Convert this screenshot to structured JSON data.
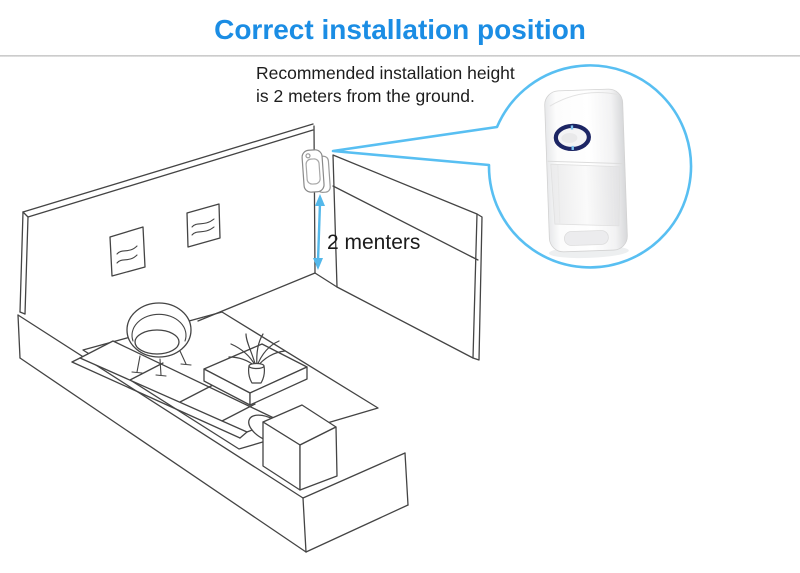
{
  "page": {
    "title": "Correct installation position"
  },
  "instructions": {
    "line1": "Recommended installation height",
    "line2": "is 2 meters from the ground."
  },
  "diagram": {
    "height_label": "2 menters"
  },
  "colors": {
    "title_blue": "#1b8de4",
    "callout_blue": "#58bff2",
    "arrow_blue": "#54b8ea",
    "line_art_gray": "#444444",
    "sensor_sketch_gray": "#8a8a8a",
    "led_ring_navy": "#1c2564",
    "led_notch_blue": "#7ec3f0",
    "divider_gray": "#c3c3c3"
  },
  "icons": {
    "sensor_photo": "pir-motion-sensor-photo",
    "wall_sensor": "wall-mounted-sensor-sketch",
    "height_arrow": "double-headed-arrow",
    "callout": "callout-balloon"
  }
}
